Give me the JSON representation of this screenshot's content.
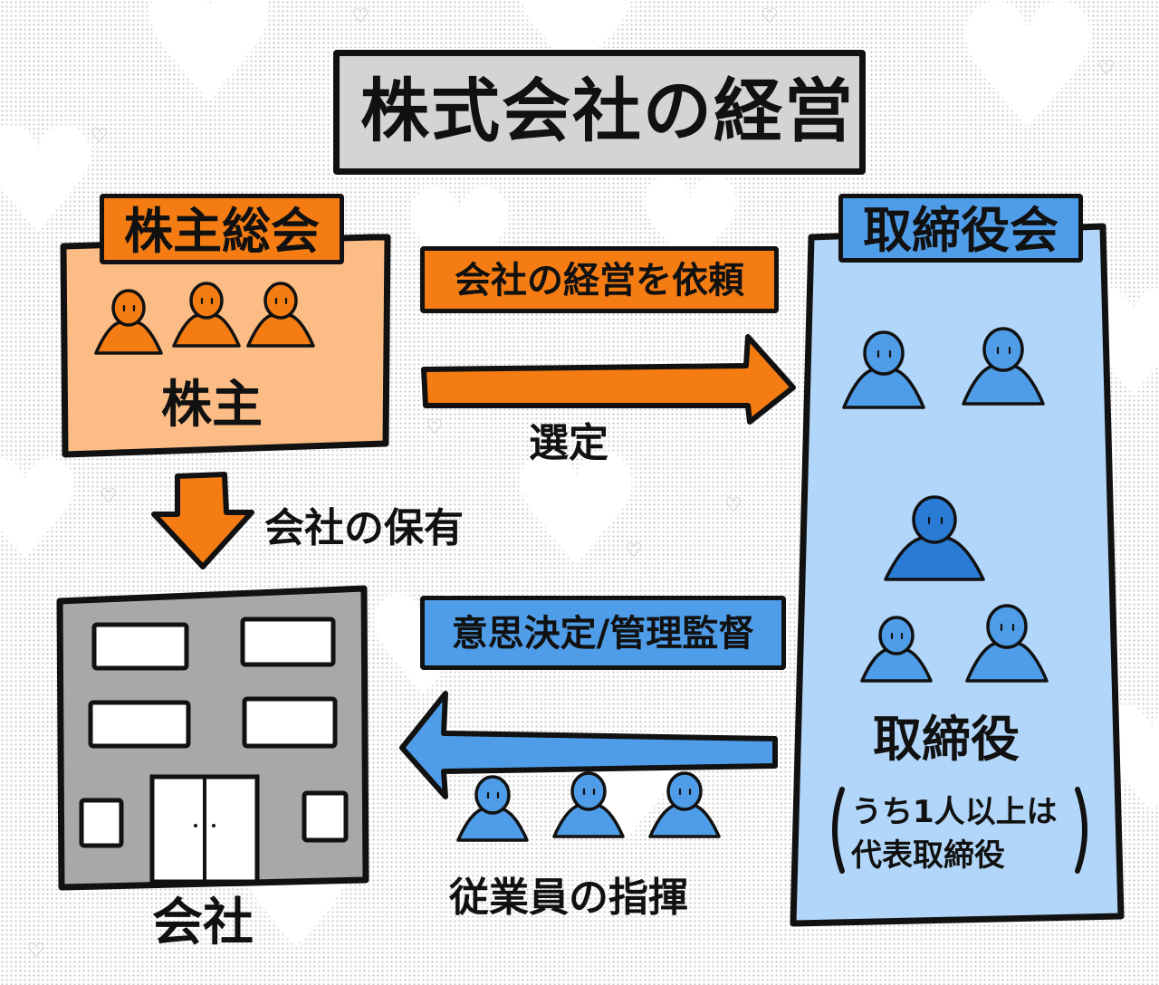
{
  "title": "株式会社の経営",
  "shareholders_meeting": {
    "label": "株主総会",
    "members_label": "株主"
  },
  "board": {
    "label": "取締役会",
    "members_label": "取締役",
    "note_line1": "うち1人以上は",
    "note_line2": "代表取締役"
  },
  "company": {
    "label": "会社"
  },
  "relations": {
    "entrust": "会社の経営を依頼",
    "select": "選定",
    "ownership": "会社の保有",
    "decision": "意思決定/管理監督",
    "command": "従業員の指揮"
  },
  "colors": {
    "orange": "#f47c13",
    "orange_light": "#fbbd85",
    "blue": "#4f9de8",
    "blue_dark": "#2a7bd6",
    "blue_light": "#b2d6f9",
    "building_gray": "#a8a8a8",
    "title_gray": "#d4d4d4"
  }
}
